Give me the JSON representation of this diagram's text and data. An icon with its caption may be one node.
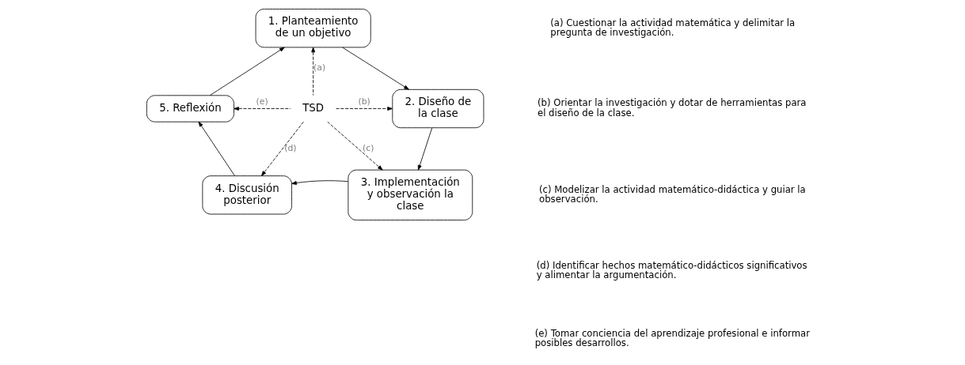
{
  "diagram": {
    "nodes": [
      {
        "text": [
          "1. Planteamiento de un objetivo"
        ]
      },
      {
        "text": [
          "2. Diseño de la clase"
        ]
      },
      {
        "text": [
          "3. Implementación y observación la clase"
        ]
      },
      {
        "text": [
          "4. Discusión posterior"
        ]
      },
      {
        "text": [
          "5. Reflexión"
        ]
      },
      {
        "text": [
          "TSD"
        ]
      }
    ],
    "edges": [
      {
        "from": 0,
        "to": 1,
        "arrow": "to"
      },
      {
        "from": 1,
        "to": 2,
        "arrow": "to"
      },
      {
        "from": 2,
        "to": 3,
        "arrow": "to"
      },
      {
        "from": 3,
        "to": 4,
        "arrow": "to"
      },
      {
        "from": 4,
        "to": 0,
        "arrow": "to"
      },
      {
        "from": 5,
        "to": 0,
        "arrow": "to",
        "style": "dashed",
        "label": "(a)"
      },
      {
        "from": 5,
        "to": 1,
        "arrow": "to",
        "style": "dashed",
        "label": "(b)"
      },
      {
        "from": 5,
        "to": 2,
        "arrow": "to",
        "style": "dashed",
        "label": "(c)"
      },
      {
        "from": 5,
        "to": 3,
        "arrow": "to",
        "style": "dashed",
        "label": "(d)"
      },
      {
        "from": 5,
        "to": 4,
        "arrow": "to",
        "style": "dashed",
        "label": "(e)"
      }
    ],
    "labels": [
      "(a) Cuestionar la actividad matemática y delimitar la pregunta de investigación.",
      "(b) Orientar la investigación y dotar de herramientas para el diseño de la clase.",
      "(c) Modelizar la actividad matemático-didáctica y guiar la observación.",
      "(d) Identificar hechos matemático-didácticos significativos y alimentar la argumentación.",
      "(e) Tomar conciencia del aprendizaje profesional e informar posibles desarrollos."
    ]
  }
}
